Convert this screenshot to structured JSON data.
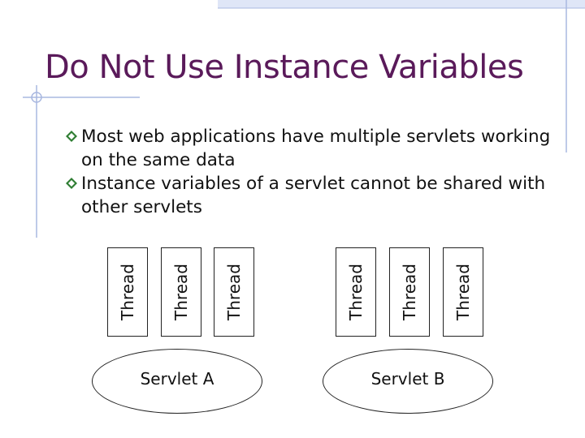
{
  "slide": {
    "title": "Do Not Use Instance Variables",
    "bullets": [
      "Most web applications have multiple servlets working on the same data",
      "Instance variables of a servlet cannot be shared with other servlets"
    ],
    "bullet_icon": "diamond-bullet-icon",
    "colors": {
      "title": "#5a1a5a",
      "decor_blue": "#a9b8e0",
      "decor_fill": "#dfe6f7"
    }
  },
  "diagram": {
    "group_a": {
      "threads": [
        "Thread",
        "Thread",
        "Thread"
      ],
      "servlet": "Servlet A"
    },
    "group_b": {
      "threads": [
        "Thread",
        "Thread",
        "Thread"
      ],
      "servlet": "Servlet B"
    }
  }
}
